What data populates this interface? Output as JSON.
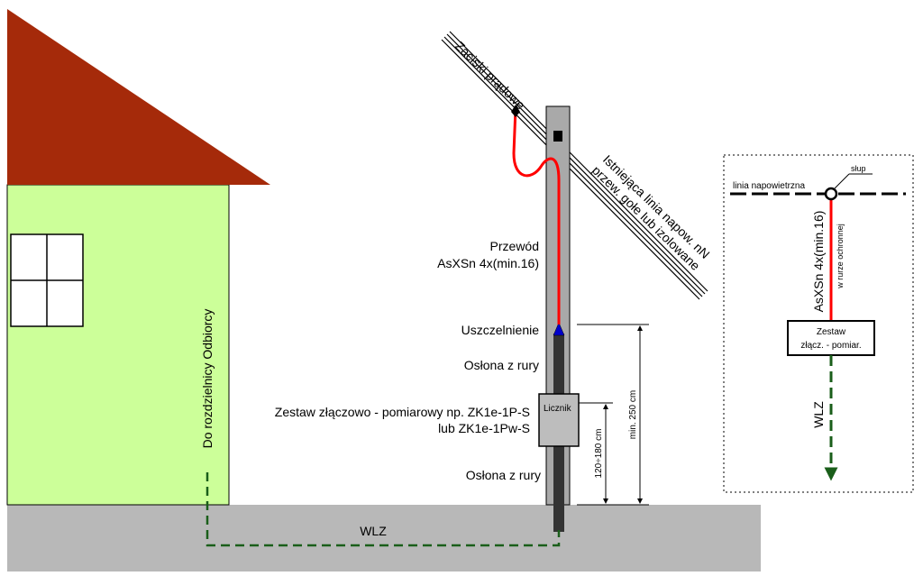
{
  "labels": {
    "terminals": "Zaciski prądowe",
    "line_1": "Istniejąca linia napow. nN",
    "line_2": "przew. gołe lub izolowane",
    "cable_1": "Przewód",
    "cable_2": "AsXSn 4x(min.16)",
    "seal": "Uszczelnienie",
    "sleeve_top": "Osłona z rury",
    "set_1": "Zestaw złączowo - pomiarowy np. ZK1e-1P-S",
    "set_2": "lub ZK1e-1Pw-S",
    "meter": "Licznik",
    "sleeve_bottom": "Osłona z rury",
    "dim_inner": "120÷180 cm",
    "dim_outer": "min. 250 cm",
    "wlz": "WLZ",
    "to_distribution": "Do rozdzielnicy Odbiorcy"
  },
  "inset": {
    "overhead_line": "linia napowietrzna",
    "pole": "słup",
    "cable": "AsXSn 4x(min.16)",
    "cable_note": "w rurze ochronnej",
    "set_1": "Zestaw",
    "set_2": "złącz. - pomiar.",
    "wlz": "WLZ"
  },
  "colors": {
    "roof": "#a52a0a",
    "wall": "#ccff99",
    "ground": "#b8b8b8",
    "pole": "#a9a9a9",
    "cable": "#ff0000",
    "wlz": "#1a5e1a",
    "seal": "#0000cc"
  }
}
